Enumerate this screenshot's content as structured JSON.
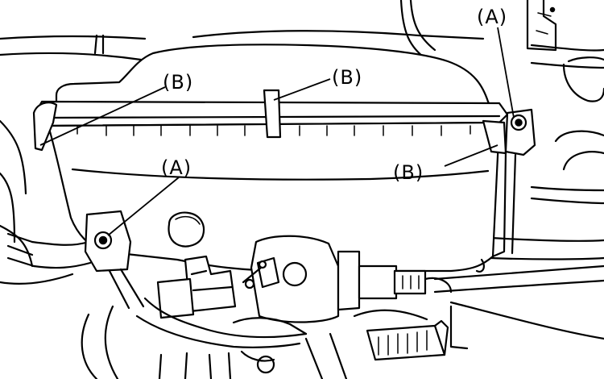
{
  "callouts": {
    "a_top_right": "(A)",
    "b_top_left": "(B)",
    "b_top_center": "(B)",
    "a_middle_left": "(A)",
    "b_right": "(B)"
  }
}
